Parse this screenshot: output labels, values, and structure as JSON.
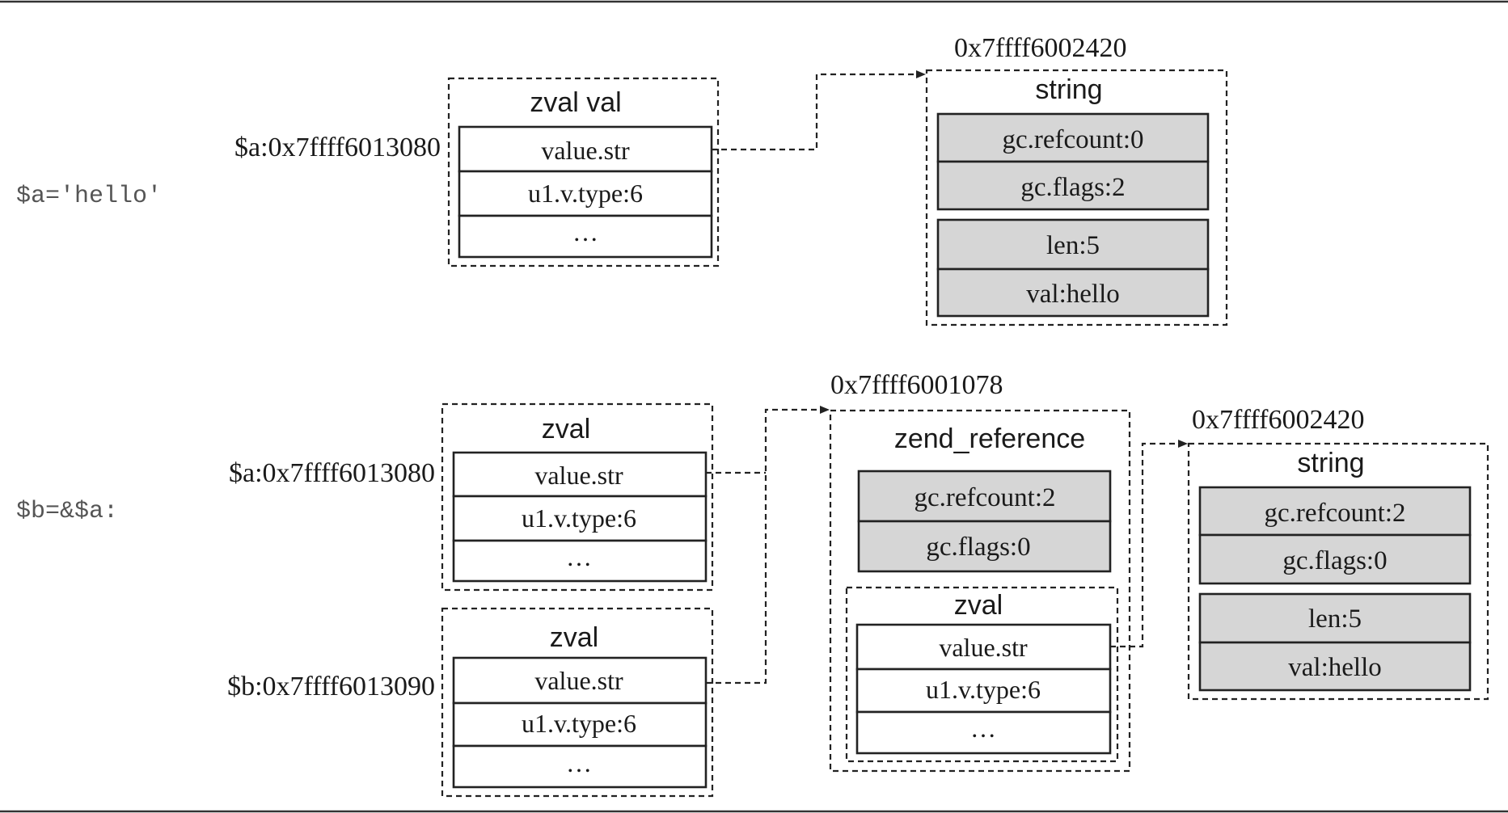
{
  "colors": {
    "cell_fill": "#ffffff",
    "shaded_fill": "#d6d6d6",
    "stroke": "#222222",
    "code_text": "#555555"
  },
  "top": {
    "code": "$a='hello'",
    "a_addr_label": "$a:0x7ffff6013080",
    "zval": {
      "title": "zval val",
      "rows": [
        "value.str",
        "u1.v.type:6",
        "…"
      ]
    },
    "string": {
      "addr": "0x7ffff6002420",
      "title": "string",
      "gc_rows": [
        "gc.refcount:0",
        "gc.flags:2"
      ],
      "data_rows": [
        "len:5",
        "val:hello"
      ]
    }
  },
  "bottom": {
    "code": "$b=&$a:",
    "a_addr_label": "$a:0x7ffff6013080",
    "b_addr_label": "$b:0x7ffff6013090",
    "zval_a": {
      "title": "zval",
      "rows": [
        "value.str",
        "u1.v.type:6",
        "…"
      ]
    },
    "zval_b": {
      "title": "zval",
      "rows": [
        "value.str",
        "u1.v.type:6",
        "…"
      ]
    },
    "reference": {
      "addr": "0x7ffff6001078",
      "title": "zend_reference",
      "gc_rows": [
        "gc.refcount:2",
        "gc.flags:0"
      ],
      "inner_zval": {
        "title": "zval",
        "rows": [
          "value.str",
          "u1.v.type:6",
          "…"
        ]
      }
    },
    "string": {
      "addr": "0x7ffff6002420",
      "title": "string",
      "gc_rows": [
        "gc.refcount:2",
        "gc.flags:0"
      ],
      "data_rows": [
        "len:5",
        "val:hello"
      ]
    }
  }
}
